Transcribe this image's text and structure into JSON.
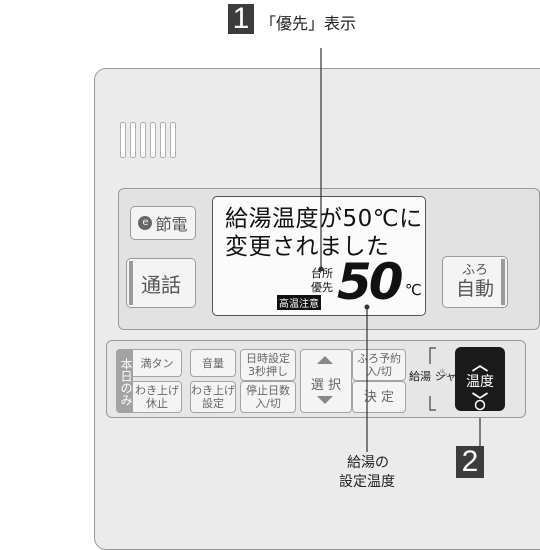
{
  "callouts": [
    {
      "number": "1",
      "label": "「優先」表示"
    },
    {
      "number": "2",
      "label": ""
    }
  ],
  "bottom_label": [
    "給湯の",
    "設定温度"
  ],
  "left_buttons": {
    "eco": "節電",
    "talk": "通話"
  },
  "right_button": {
    "line1": "ふろ",
    "line2": "自動"
  },
  "lcd": {
    "line1": "給湯温度が50℃に",
    "line2": "変更されました",
    "location": "台所",
    "priority": "優先",
    "warning": "高温注意",
    "temperature": "50",
    "unit": "℃"
  },
  "lower_panel": {
    "vertical_tab": "本日のみ",
    "tank_full": "満タン",
    "reheat_pause": "わき上げ\n休止",
    "volume": "音量",
    "reheat_setting": "わき上げ\n設定",
    "datetime": "日時設定\n3秒押し",
    "stop_days": "停止日数\n入/切",
    "select": "選 択",
    "bath_reserve": "ふろ予約\n入/切",
    "decide": "決 定",
    "shower_label": "給湯\nシャワー",
    "temp_label": "温度"
  },
  "colors": {
    "panel": "#ebebeb",
    "lcd_bg": "#fbfbfb",
    "dark": "#1a1a1a",
    "callout_bg": "#3c3c3c"
  }
}
